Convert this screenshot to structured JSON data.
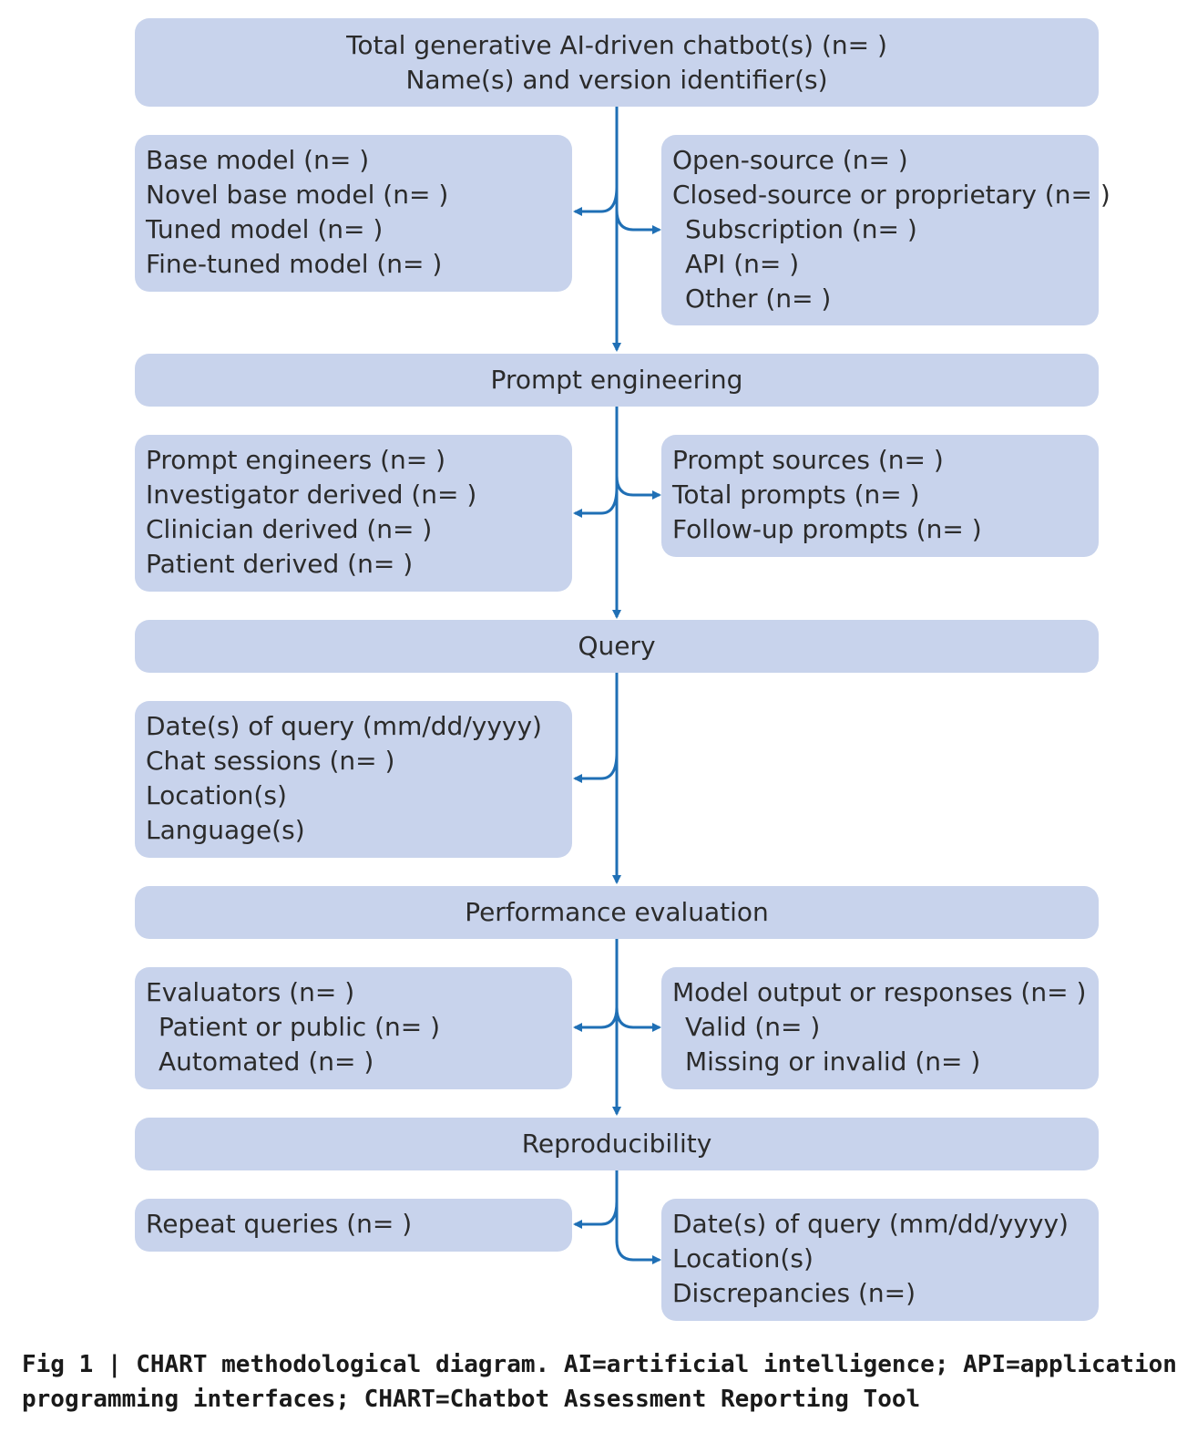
{
  "stage1": {
    "title": "Total generative AI-driven chatbot(s) (n= )",
    "subtitle": "Name(s) and version identifier(s)",
    "left": [
      "Base model (n= )",
      "Novel base model (n= )",
      "Tuned model (n= )",
      "Fine-tuned model (n= )"
    ],
    "right": [
      "Open-source (n= )",
      "Closed-source or proprietary (n= )",
      "Subscription (n= )",
      "API (n= )",
      "Other (n= )"
    ]
  },
  "stage2": {
    "title": "Prompt engineering",
    "left": [
      "Prompt engineers (n= )",
      "Investigator derived (n= )",
      "Clinician derived (n= )",
      "Patient derived (n= )"
    ],
    "right": [
      "Prompt sources (n= )",
      "Total prompts (n= )",
      "Follow-up prompts (n= )"
    ]
  },
  "stage3": {
    "title": "Query",
    "left": [
      "Date(s) of query (mm/dd/yyyy)",
      "Chat sessions (n= )",
      "Location(s)",
      "Language(s)"
    ]
  },
  "stage4": {
    "title": "Performance evaluation",
    "left": [
      "Evaluators (n= )",
      "Patient or public (n= )",
      "Automated (n= )"
    ],
    "right": [
      "Model output or responses (n= )",
      "Valid (n= )",
      "Missing or invalid (n= )"
    ]
  },
  "stage5": {
    "title": "Reproducibility",
    "left": [
      "Repeat queries (n= )"
    ],
    "right": [
      "Date(s) of query (mm/dd/yyyy)",
      "Location(s)",
      "Discrepancies (n=)"
    ]
  },
  "caption": {
    "line1": "Fig 1 | CHART methodological diagram. AI=artificial intelligence; API=application",
    "line2": "programming interfaces; CHART=Chatbot Assessment Reporting Tool"
  },
  "colors": {
    "box": "#c8d3ec",
    "arrow": "#1f6fb5",
    "text": "#2b2b2b"
  }
}
